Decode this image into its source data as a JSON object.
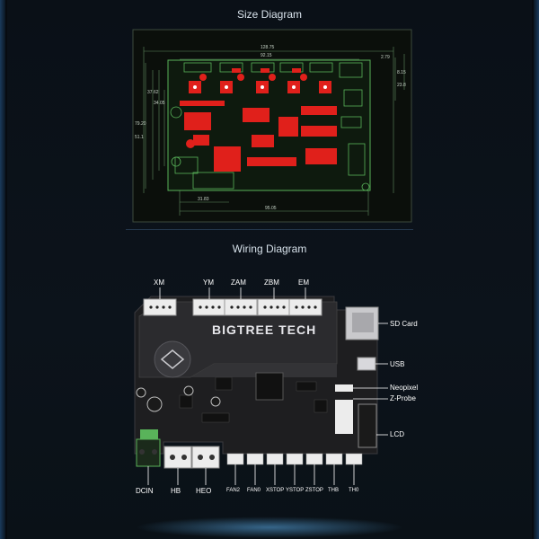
{
  "titles": {
    "size_diagram": "Size Diagram",
    "wiring_diagram": "Wiring Diagram"
  },
  "dimensions": {
    "top_overall": "128.75",
    "top_inner": "92.15",
    "top_right_small": "2.79",
    "right_a": "8.15",
    "right_b": "23.8",
    "left_a": "37.62",
    "left_b": "34.05",
    "left_c": "79.20",
    "left_d": "51.1",
    "bottom_a": "31.83",
    "bottom_b": "95.05"
  },
  "brand": {
    "logo_text": "BIGTREE TECH"
  },
  "labels": {
    "xm": "XM",
    "ym": "YM",
    "zam": "ZAM",
    "zbm": "ZBM",
    "em": "EM",
    "sd_card": "SD Card",
    "usb": "USB",
    "neopixel": "Neopixel",
    "z_probe": "Z-Probe",
    "lcd": "LCD",
    "dcin": "DCIN",
    "hb": "HB",
    "heo": "HEO",
    "fan2": "FAN2",
    "fan0": "FAN0",
    "xstop": "XSTOP",
    "ystop": "YSTOP",
    "zstop": "ZSTOP",
    "thb": "THB",
    "th0": "TH0"
  },
  "colors": {
    "pcb_red": "#e0201b",
    "pcb_green": "#59b35a",
    "board_dark": "#1e1e20",
    "accent_blue": "#3b86c8"
  }
}
